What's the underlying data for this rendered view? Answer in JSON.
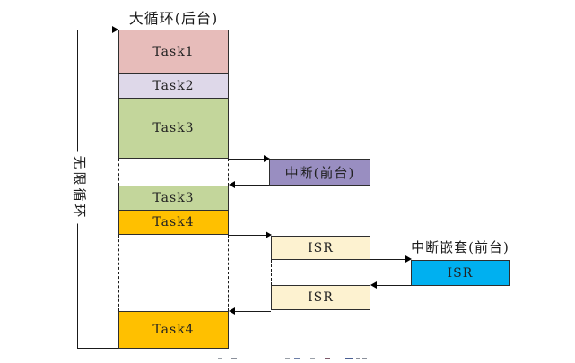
{
  "diagram": {
    "title": "大循环(后台)",
    "infinite_loop_label": "无限循环",
    "nested_interrupt_title": "中断嵌套(前台)",
    "background_column": {
      "segments": [
        {
          "label": "Task1",
          "color": "#e7bcba"
        },
        {
          "label": "Task2",
          "color": "#ded8e9"
        },
        {
          "label": "Task3",
          "color": "#c3d69b"
        },
        {
          "label": "Task3",
          "color": "#c3d69b"
        },
        {
          "label": "Task4",
          "color": "#ffc000"
        },
        {
          "label": "Task4",
          "color": "#ffc000"
        }
      ]
    },
    "foreground_interrupt": {
      "label": "中断(前台)",
      "color": "#998ec1"
    },
    "isr_sequence": [
      {
        "label": "ISR",
        "color": "#fdf2d0"
      },
      {
        "label": "ISR",
        "color": "#00b0f0"
      },
      {
        "label": "ISR",
        "color": "#fdf2d0"
      }
    ],
    "colors": {
      "line": "#1a1a1a",
      "box_border": "#2e2e2e",
      "background": "#ffffff"
    }
  }
}
